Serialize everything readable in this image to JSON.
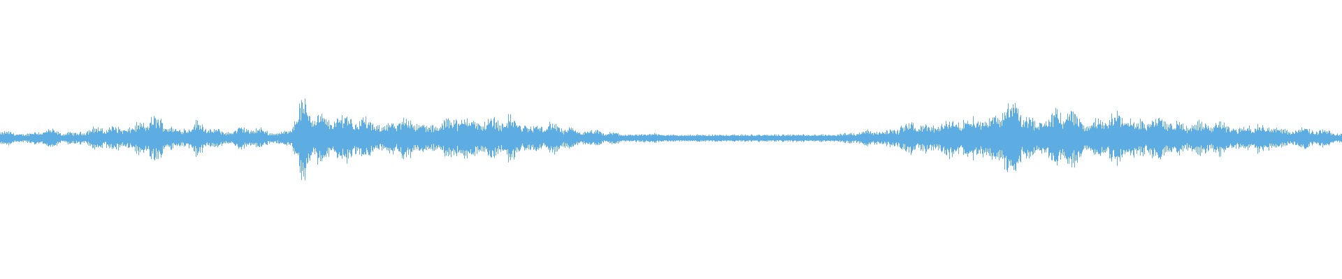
{
  "waveform": {
    "color": "#5dade2",
    "background": "#ffffff",
    "envelope": [
      0.18,
      0.12,
      0.16,
      0.2,
      0.14,
      0.18,
      0.22,
      0.26,
      0.3,
      0.34,
      0.46,
      0.4,
      0.28,
      0.36,
      0.24,
      0.2,
      0.26,
      0.22,
      0.18,
      0.2,
      0.78,
      0.66,
      0.6,
      0.52,
      0.46,
      0.42,
      0.4,
      0.44,
      0.42,
      0.38,
      0.46,
      0.54,
      0.5,
      0.48,
      0.44,
      0.4,
      0.36,
      0.28,
      0.24,
      0.2,
      0.14,
      0.12,
      0.1,
      0.12,
      0.08,
      0.1,
      0.08,
      0.07,
      0.08,
      0.09,
      0.08,
      0.07,
      0.06,
      0.07,
      0.08,
      0.1,
      0.12,
      0.16,
      0.2,
      0.24,
      0.3,
      0.36,
      0.4,
      0.42,
      0.46,
      0.58,
      0.68,
      0.82,
      0.6,
      0.52,
      0.56,
      0.7,
      0.48,
      0.44,
      0.52,
      0.58,
      0.5,
      0.46,
      0.42,
      0.4,
      0.38,
      0.36,
      0.34,
      0.32,
      0.3,
      0.28,
      0.24,
      0.2,
      0.18,
      0.14
    ]
  }
}
